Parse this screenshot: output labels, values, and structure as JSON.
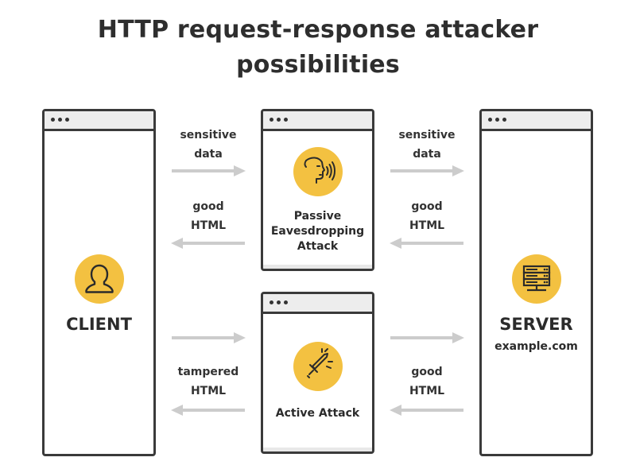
{
  "title": {
    "line1": "HTTP request-response attacker",
    "line2": "possibilities"
  },
  "client": {
    "label": "CLIENT",
    "icon": "user-icon"
  },
  "server": {
    "label": "SERVER",
    "domain": "example.com",
    "icon": "server-icon"
  },
  "passive_attack": {
    "label_lines": [
      "Passive",
      "Eavesdropping",
      "Attack"
    ],
    "icon": "eavesdropping-face-icon"
  },
  "active_attack": {
    "label": "Active Attack",
    "icon": "sword-icon"
  },
  "flows": {
    "top_left_request": [
      "sensitive",
      "data"
    ],
    "top_left_response": [
      "good",
      "HTML"
    ],
    "top_right_request": [
      "sensitive",
      "data"
    ],
    "top_right_response": [
      "good",
      "HTML"
    ],
    "bottom_left_response": [
      "tampered",
      "HTML"
    ],
    "bottom_right_response": [
      "good",
      "HTML"
    ]
  },
  "colors": {
    "accent": "#f3c141",
    "outline": "#3a3a3a",
    "arrow": "#cccccc"
  }
}
